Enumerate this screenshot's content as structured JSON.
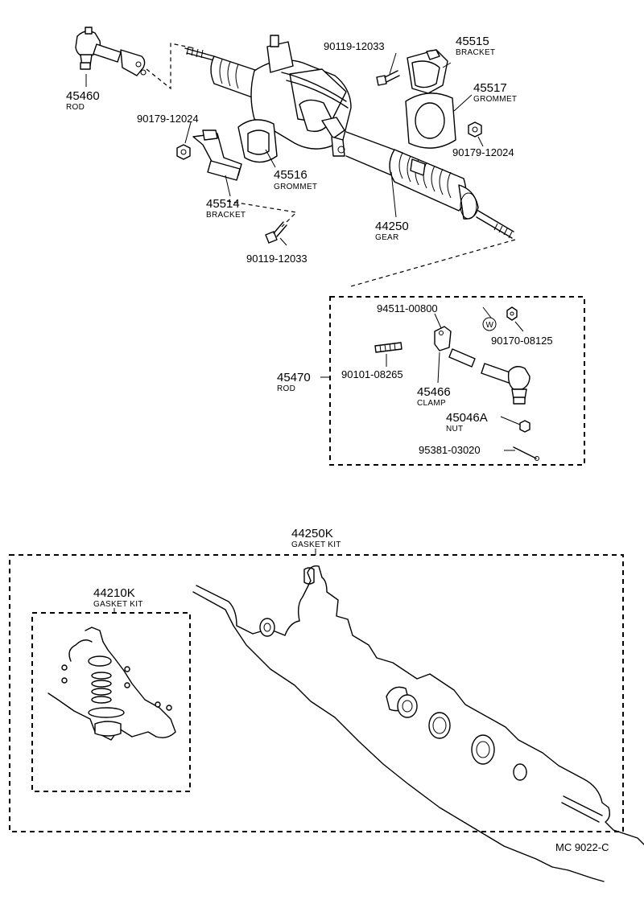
{
  "parts": {
    "p45460": {
      "num": "45460",
      "label": "ROD"
    },
    "p90179a": {
      "num": "90179-12024"
    },
    "p45516": {
      "num": "45516",
      "label": "GROMMET"
    },
    "p45514": {
      "num": "45514",
      "label": "BRACKET"
    },
    "p90119b": {
      "num": "90119-12033"
    },
    "p90119a": {
      "num": "90119-12033"
    },
    "p45515": {
      "num": "45515",
      "label": "BRACKET"
    },
    "p45517": {
      "num": "45517",
      "label": "GROMMET"
    },
    "p90179b": {
      "num": "90179-12024"
    },
    "p44250": {
      "num": "44250",
      "label": "GEAR"
    },
    "p94511": {
      "num": "94511-00800"
    },
    "w_mark": "W",
    "p90170": {
      "num": "90170-08125"
    },
    "p90101": {
      "num": "90101-08265"
    },
    "p45470": {
      "num": "45470",
      "label": "ROD"
    },
    "p45466": {
      "num": "45466",
      "label": "CLAMP"
    },
    "p45046A": {
      "num": "45046A",
      "label": "NUT"
    },
    "p95381": {
      "num": "95381-03020"
    },
    "p44250K": {
      "num": "44250K",
      "label": "GASKET KIT"
    },
    "p44210K": {
      "num": "44210K",
      "label": "GASKET KIT"
    }
  },
  "footer": {
    "code": "MC 9022-C"
  }
}
